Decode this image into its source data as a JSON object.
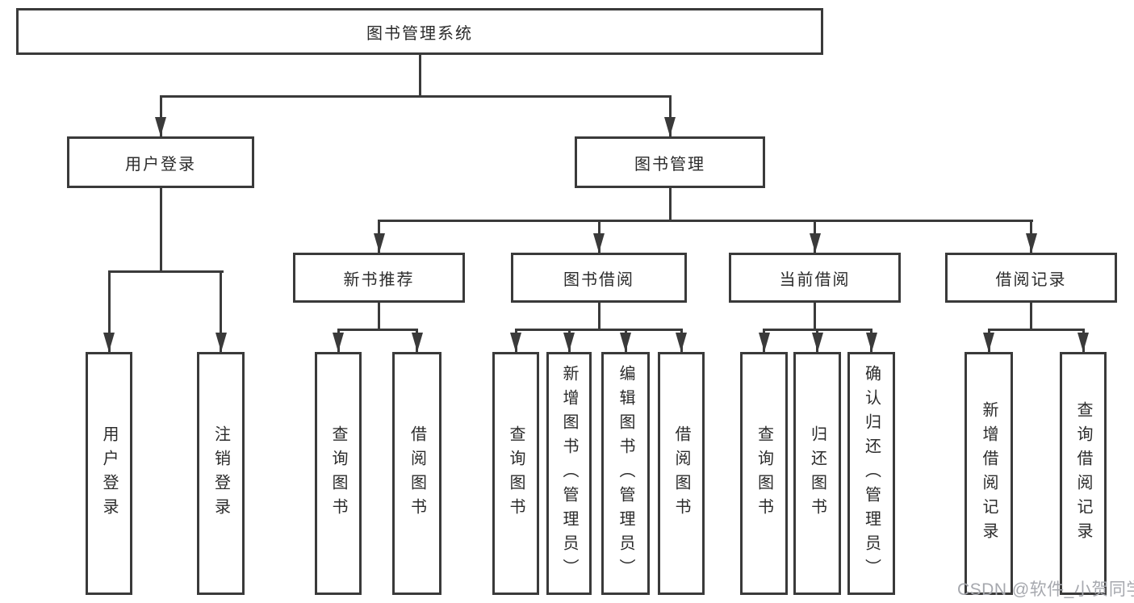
{
  "tree": {
    "root": {
      "label": "图书管理系统",
      "children": [
        {
          "label": "用户登录",
          "children": [
            {
              "label": "用户登录"
            },
            {
              "label": "注销登录"
            }
          ]
        },
        {
          "label": "图书管理",
          "children": [
            {
              "label": "新书推荐",
              "children": [
                {
                  "label": "查询图书"
                },
                {
                  "label": "借阅图书"
                }
              ]
            },
            {
              "label": "图书借阅",
              "children": [
                {
                  "label": "查询图书"
                },
                {
                  "label": "新增图书（管理员）"
                },
                {
                  "label": "编辑图书（管理员）"
                },
                {
                  "label": "借阅图书"
                }
              ]
            },
            {
              "label": "当前借阅",
              "children": [
                {
                  "label": "查询图书"
                },
                {
                  "label": "归还图书"
                },
                {
                  "label": "确认归还（管理员）"
                }
              ]
            },
            {
              "label": "借阅记录",
              "children": [
                {
                  "label": "新增借阅记录"
                },
                {
                  "label": "查询借阅记录"
                }
              ]
            }
          ]
        }
      ]
    }
  },
  "watermark": {
    "text": "CSDN @软件_小贺同学"
  },
  "colors": {
    "line": "#3a3a3a",
    "text": "#2b2b2b",
    "watermark": "#a6a8ae",
    "background": "#ffffff"
  }
}
